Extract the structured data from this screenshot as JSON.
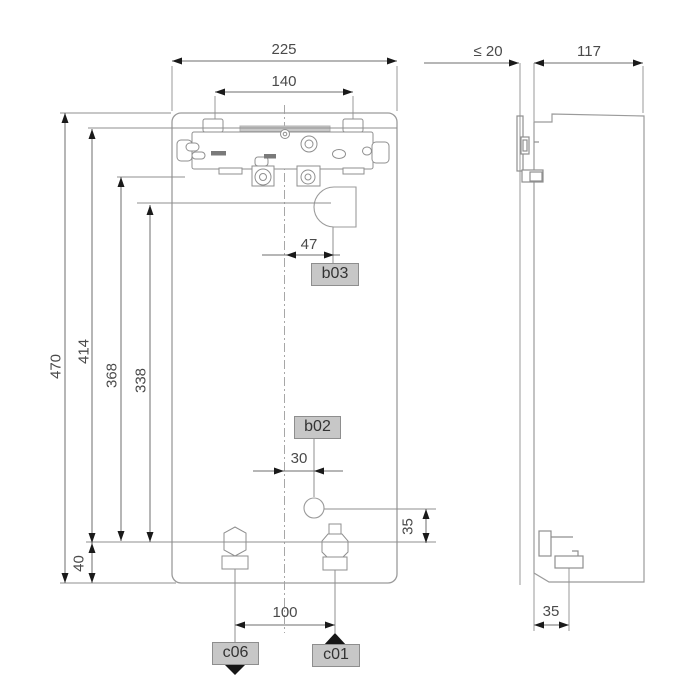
{
  "diagram": {
    "front_view": {
      "dim_width": "225",
      "dim_bracket_spacing": "140",
      "dim_height": "470",
      "dim_bracket_height": "414",
      "dim_water_connection_height": "368",
      "dim_gas_connection_height": "338",
      "dim_bottom_offset": "40",
      "dim_gas_offset": "47",
      "dim_condensate_offset": "30",
      "dim_connection_drop": "35",
      "dim_connection_spacing": "100",
      "label_gas_connection": "b03",
      "label_condensate_connection": "b02",
      "label_flow_connection": "c06",
      "label_return_connection": "c01"
    },
    "side_view": {
      "dim_wall_clearance": "≤ 20",
      "dim_depth": "117",
      "dim_connection_offset": "35"
    },
    "colors": {
      "drawing_line": "#9b9b9b",
      "dimension_line": "#6e6e6e",
      "arrow": "#1a1a1a",
      "text": "#4a4a4a",
      "label_bg": "#c7c7c7",
      "label_border": "#8e8e8e"
    }
  }
}
